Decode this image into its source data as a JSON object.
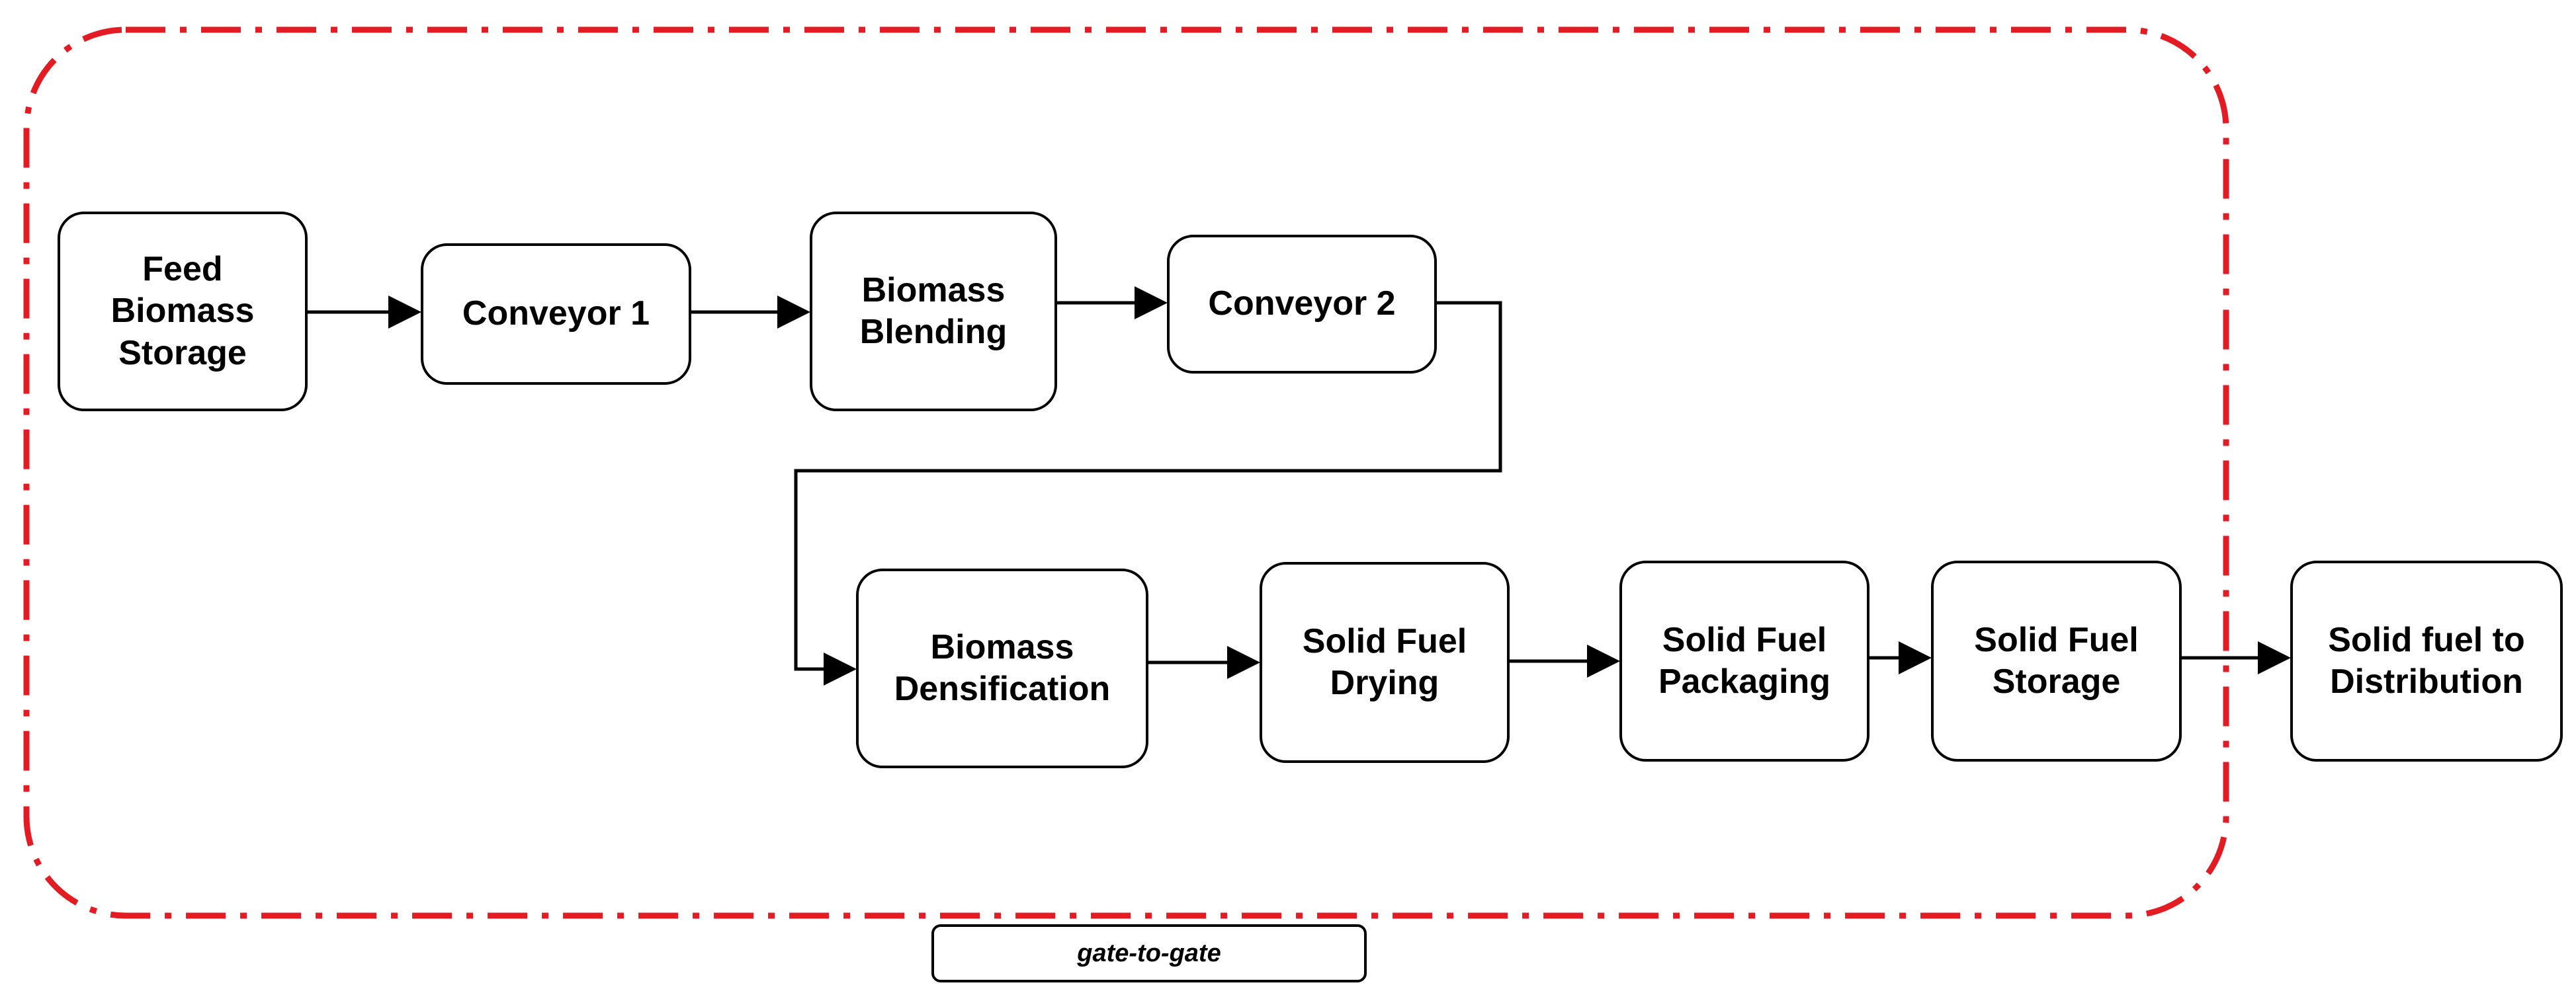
{
  "colors": {
    "boundary": "#e31b23",
    "stroke": "#000000",
    "fill": "#ffffff"
  },
  "boundary": {
    "label": "gate-to-gate"
  },
  "nodes": {
    "feed_storage": {
      "label": "Feed\nBiomass\nStorage"
    },
    "conveyor_1": {
      "label": "Conveyor 1"
    },
    "blending": {
      "label": "Biomass\nBlending"
    },
    "conveyor_2": {
      "label": "Conveyor 2"
    },
    "densification": {
      "label": "Biomass\nDensification"
    },
    "drying": {
      "label": "Solid Fuel\nDrying"
    },
    "packaging": {
      "label": "Solid Fuel\nPackaging"
    },
    "storage": {
      "label": "Solid Fuel\nStorage"
    },
    "distribution": {
      "label": "Solid fuel to\nDistribution"
    }
  },
  "edges": [
    {
      "from": "feed_storage",
      "to": "conveyor_1"
    },
    {
      "from": "conveyor_1",
      "to": "blending"
    },
    {
      "from": "blending",
      "to": "conveyor_2"
    },
    {
      "from": "conveyor_2",
      "to": "densification"
    },
    {
      "from": "densification",
      "to": "drying"
    },
    {
      "from": "drying",
      "to": "packaging"
    },
    {
      "from": "packaging",
      "to": "storage"
    },
    {
      "from": "storage",
      "to": "distribution"
    }
  ]
}
